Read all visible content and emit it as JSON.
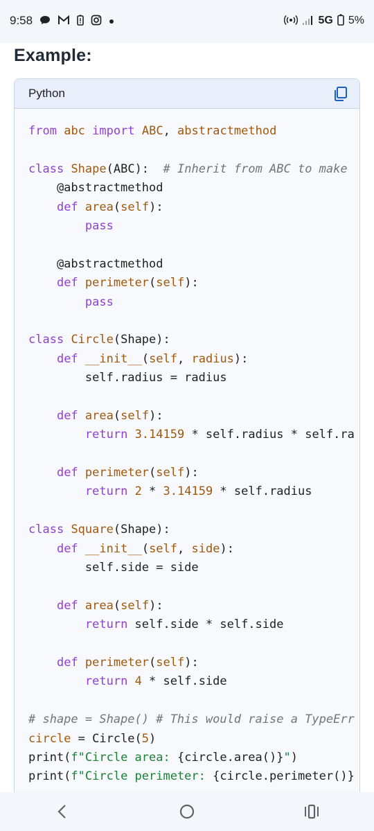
{
  "status_bar": {
    "time": "9:58",
    "network": "5G",
    "battery": "5%",
    "notification_icons": [
      "chat-bubble-icon",
      "gmail-icon",
      "battery-alert-icon",
      "instagram-icon",
      "dot-icon"
    ]
  },
  "page": {
    "heading": "Example:"
  },
  "code_block": {
    "language": "Python",
    "copy_icon": "copy-icon",
    "lines": [
      [
        [
          "kw",
          "from"
        ],
        [
          "",
          " "
        ],
        [
          "cls",
          "abc"
        ],
        [
          "",
          " "
        ],
        [
          "kw",
          "import"
        ],
        [
          "",
          " "
        ],
        [
          "cls",
          "ABC"
        ],
        [
          "",
          ", "
        ],
        [
          "cls",
          "abstractmethod"
        ]
      ],
      [],
      [
        [
          "kw",
          "class"
        ],
        [
          "",
          " "
        ],
        [
          "cls",
          "Shape"
        ],
        [
          "",
          "(ABC):  "
        ],
        [
          "com",
          "# Inherit from ABC to make"
        ]
      ],
      [
        [
          "",
          "    @abstractmethod"
        ]
      ],
      [
        [
          "",
          "    "
        ],
        [
          "kw",
          "def"
        ],
        [
          "",
          " "
        ],
        [
          "cls",
          "area"
        ],
        [
          "",
          "("
        ],
        [
          "cls",
          "self"
        ],
        [
          "",
          "):"
        ]
      ],
      [
        [
          "",
          "        "
        ],
        [
          "kw",
          "pass"
        ]
      ],
      [],
      [
        [
          "",
          "    @abstractmethod"
        ]
      ],
      [
        [
          "",
          "    "
        ],
        [
          "kw",
          "def"
        ],
        [
          "",
          " "
        ],
        [
          "cls",
          "perimeter"
        ],
        [
          "",
          "("
        ],
        [
          "cls",
          "self"
        ],
        [
          "",
          "):"
        ]
      ],
      [
        [
          "",
          "        "
        ],
        [
          "kw",
          "pass"
        ]
      ],
      [],
      [
        [
          "kw",
          "class"
        ],
        [
          "",
          " "
        ],
        [
          "cls",
          "Circle"
        ],
        [
          "",
          "(Shape):"
        ]
      ],
      [
        [
          "",
          "    "
        ],
        [
          "kw",
          "def"
        ],
        [
          "",
          " "
        ],
        [
          "cls",
          "__init__"
        ],
        [
          "",
          "("
        ],
        [
          "cls",
          "self"
        ],
        [
          "",
          ", "
        ],
        [
          "cls",
          "radius"
        ],
        [
          "",
          "):"
        ]
      ],
      [
        [
          "",
          "        self.radius = radius"
        ]
      ],
      [],
      [
        [
          "",
          "    "
        ],
        [
          "kw",
          "def"
        ],
        [
          "",
          " "
        ],
        [
          "cls",
          "area"
        ],
        [
          "",
          "("
        ],
        [
          "cls",
          "self"
        ],
        [
          "",
          "):"
        ]
      ],
      [
        [
          "",
          "        "
        ],
        [
          "kw",
          "return"
        ],
        [
          "",
          " "
        ],
        [
          "num",
          "3.14159"
        ],
        [
          "",
          " * self.radius * self.ra"
        ]
      ],
      [],
      [
        [
          "",
          "    "
        ],
        [
          "kw",
          "def"
        ],
        [
          "",
          " "
        ],
        [
          "cls",
          "perimeter"
        ],
        [
          "",
          "("
        ],
        [
          "cls",
          "self"
        ],
        [
          "",
          "):"
        ]
      ],
      [
        [
          "",
          "        "
        ],
        [
          "kw",
          "return"
        ],
        [
          "",
          " "
        ],
        [
          "num",
          "2"
        ],
        [
          "",
          " * "
        ],
        [
          "num",
          "3.14159"
        ],
        [
          "",
          " * self.radius"
        ]
      ],
      [],
      [
        [
          "kw",
          "class"
        ],
        [
          "",
          " "
        ],
        [
          "cls",
          "Square"
        ],
        [
          "",
          "(Shape):"
        ]
      ],
      [
        [
          "",
          "    "
        ],
        [
          "kw",
          "def"
        ],
        [
          "",
          " "
        ],
        [
          "cls",
          "__init__"
        ],
        [
          "",
          "("
        ],
        [
          "cls",
          "self"
        ],
        [
          "",
          ", "
        ],
        [
          "cls",
          "side"
        ],
        [
          "",
          "):"
        ]
      ],
      [
        [
          "",
          "        self.side = side"
        ]
      ],
      [],
      [
        [
          "",
          "    "
        ],
        [
          "kw",
          "def"
        ],
        [
          "",
          " "
        ],
        [
          "cls",
          "area"
        ],
        [
          "",
          "("
        ],
        [
          "cls",
          "self"
        ],
        [
          "",
          "):"
        ]
      ],
      [
        [
          "",
          "        "
        ],
        [
          "kw",
          "return"
        ],
        [
          "",
          " self.side * self.side"
        ]
      ],
      [],
      [
        [
          "",
          "    "
        ],
        [
          "kw",
          "def"
        ],
        [
          "",
          " "
        ],
        [
          "cls",
          "perimeter"
        ],
        [
          "",
          "("
        ],
        [
          "cls",
          "self"
        ],
        [
          "",
          "):"
        ]
      ],
      [
        [
          "",
          "        "
        ],
        [
          "kw",
          "return"
        ],
        [
          "",
          " "
        ],
        [
          "num",
          "4"
        ],
        [
          "",
          " * self.side"
        ]
      ],
      [],
      [
        [
          "com",
          "# shape = Shape() # This would raise a TypeErr"
        ]
      ],
      [
        [
          "cls",
          "circle"
        ],
        [
          "",
          " = Circle("
        ],
        [
          "num",
          "5"
        ],
        [
          "",
          ")"
        ]
      ],
      [
        [
          "",
          "print("
        ],
        [
          "str",
          "f\"Circle area: "
        ],
        [
          "",
          "{circle.area()}"
        ],
        [
          "str",
          "\""
        ],
        [
          "",
          ")"
        ]
      ],
      [
        [
          "",
          "print("
        ],
        [
          "str",
          "f\"Circle perimeter: "
        ],
        [
          "",
          "{circle.perimeter()}"
        ]
      ]
    ]
  },
  "nav_bar": {
    "back_icon": "back-chevron-icon",
    "home_icon": "home-circle-icon",
    "recents_icon": "recent-apps-icon"
  },
  "colors": {
    "keyword": "#8f3fd1",
    "identifier": "#a0580d",
    "string": "#1a7f37",
    "comment": "#70757a",
    "header_bg": "#e9effa",
    "border": "#c8d6ea"
  }
}
